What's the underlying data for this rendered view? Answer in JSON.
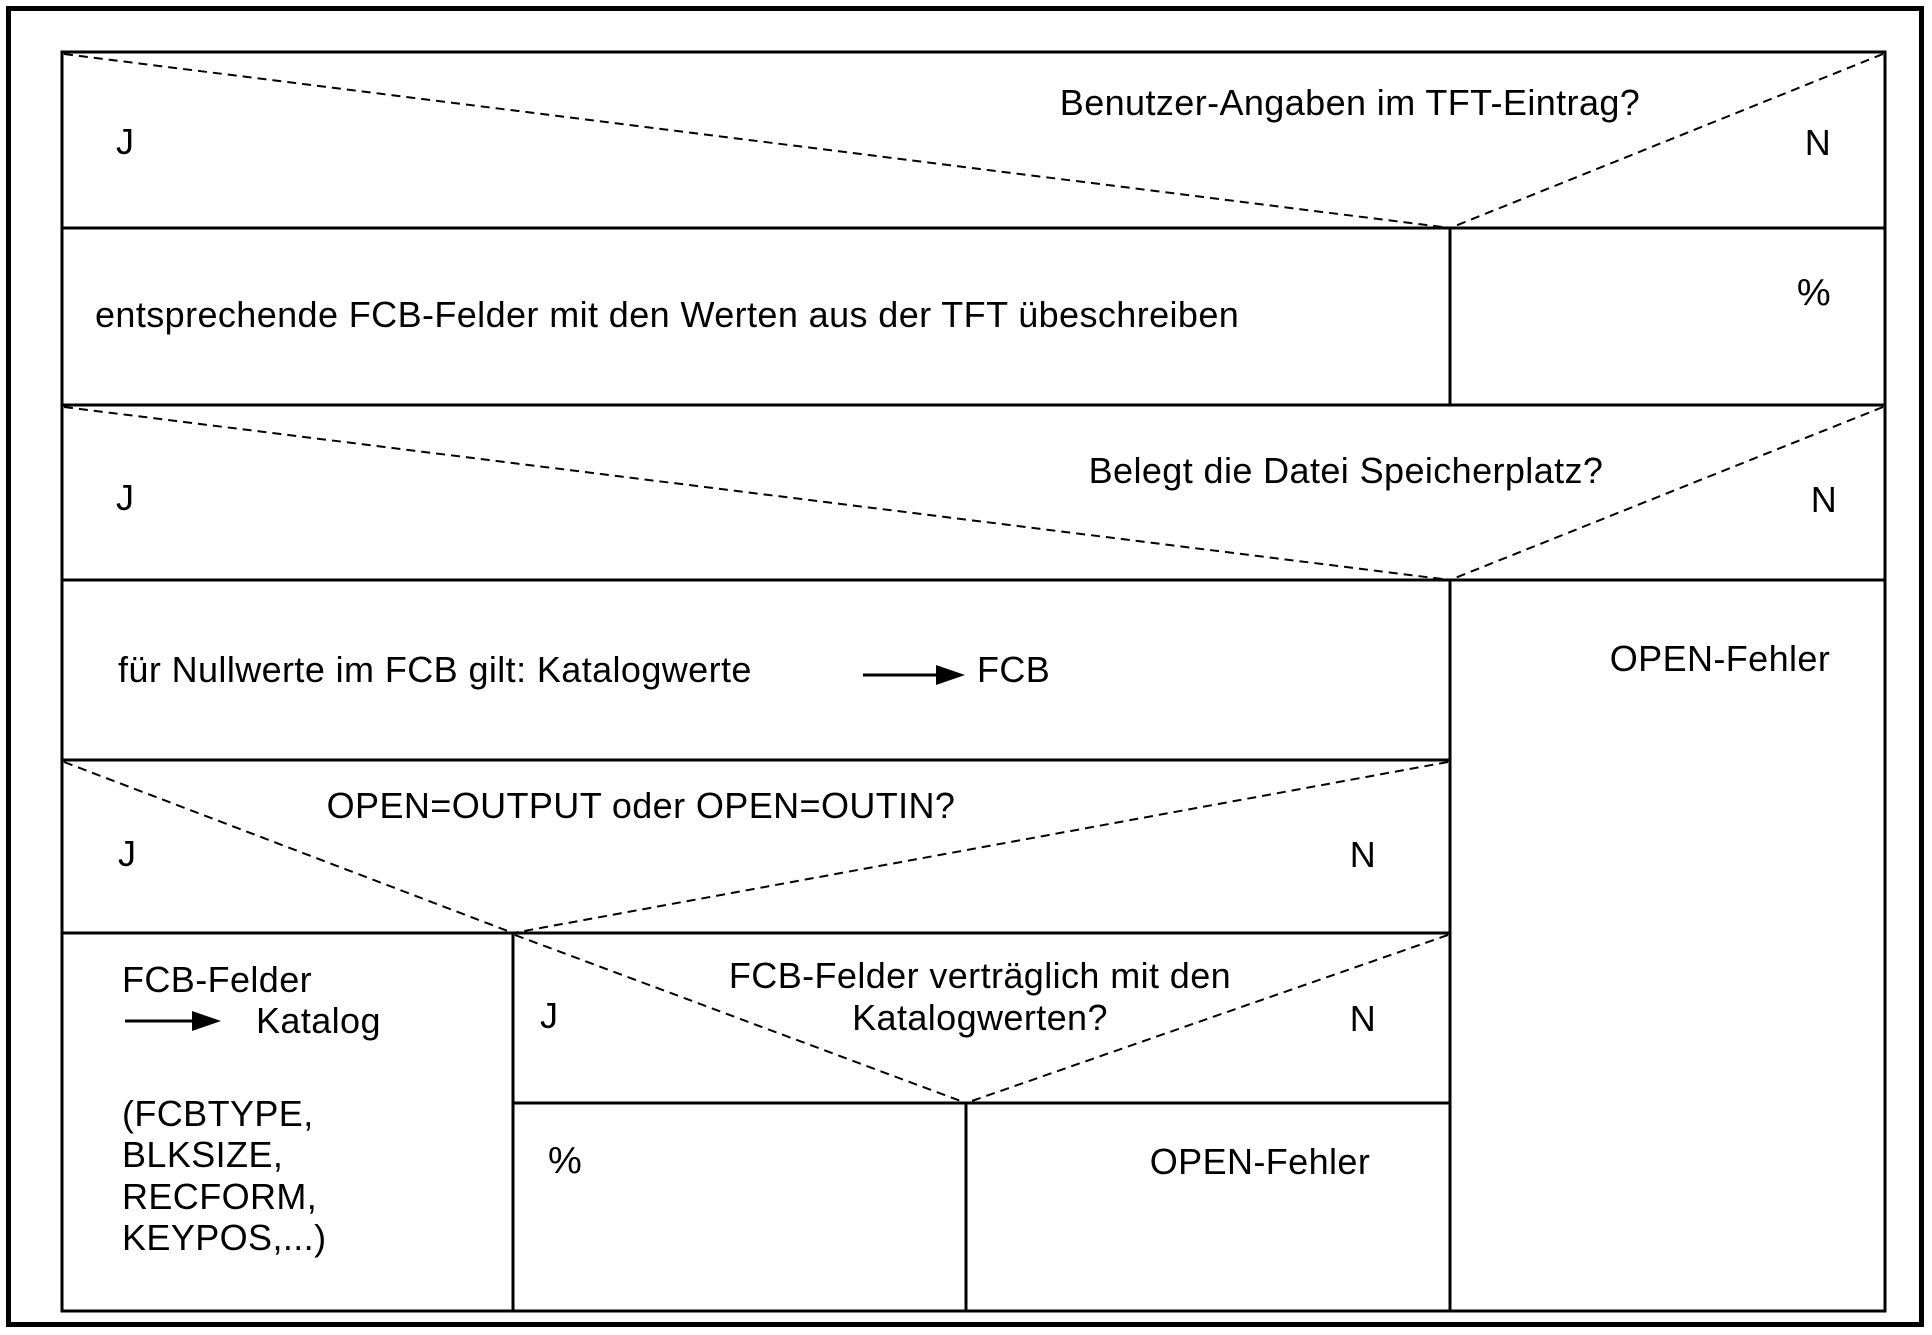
{
  "diagram": {
    "background": "#ffffff",
    "line_color": "#000000",
    "text_color": "#000000",
    "decision1": {
      "question": "Benutzer-Angaben im TFT-Eintrag?",
      "yes": "J",
      "no": "N"
    },
    "action_tft": {
      "text": "entsprechende FCB-Felder mit den Werten aus der TFT übeschreiben",
      "skip": "%"
    },
    "decision2": {
      "question": "Belegt die Datei Speicherplatz?",
      "yes": "J",
      "no": "N"
    },
    "action_catalog_to_fcb": {
      "before_arrow": "für Nullwerte im FCB gilt: Katalogwerte",
      "after_arrow": "FCB"
    },
    "open_error_column": {
      "text": "OPEN-Fehler"
    },
    "decision3": {
      "question": "OPEN=OUTPUT oder OPEN=OUTIN?",
      "yes": "J",
      "no": "N"
    },
    "decision4": {
      "question_line1": "FCB-Felder verträglich mit den",
      "question_line2": "Katalogwerten?",
      "yes": "J",
      "no": "N"
    },
    "result_ok": {
      "text": "%"
    },
    "result_open_error": {
      "text": "OPEN-Fehler"
    },
    "action_fcb_to_catalog": {
      "line1": "FCB-Felder",
      "arrow_target": "Katalog",
      "detail_lines": [
        "(FCBTYPE,",
        "BLKSIZE,",
        "RECFORM,",
        "KEYPOS,...)"
      ]
    }
  }
}
